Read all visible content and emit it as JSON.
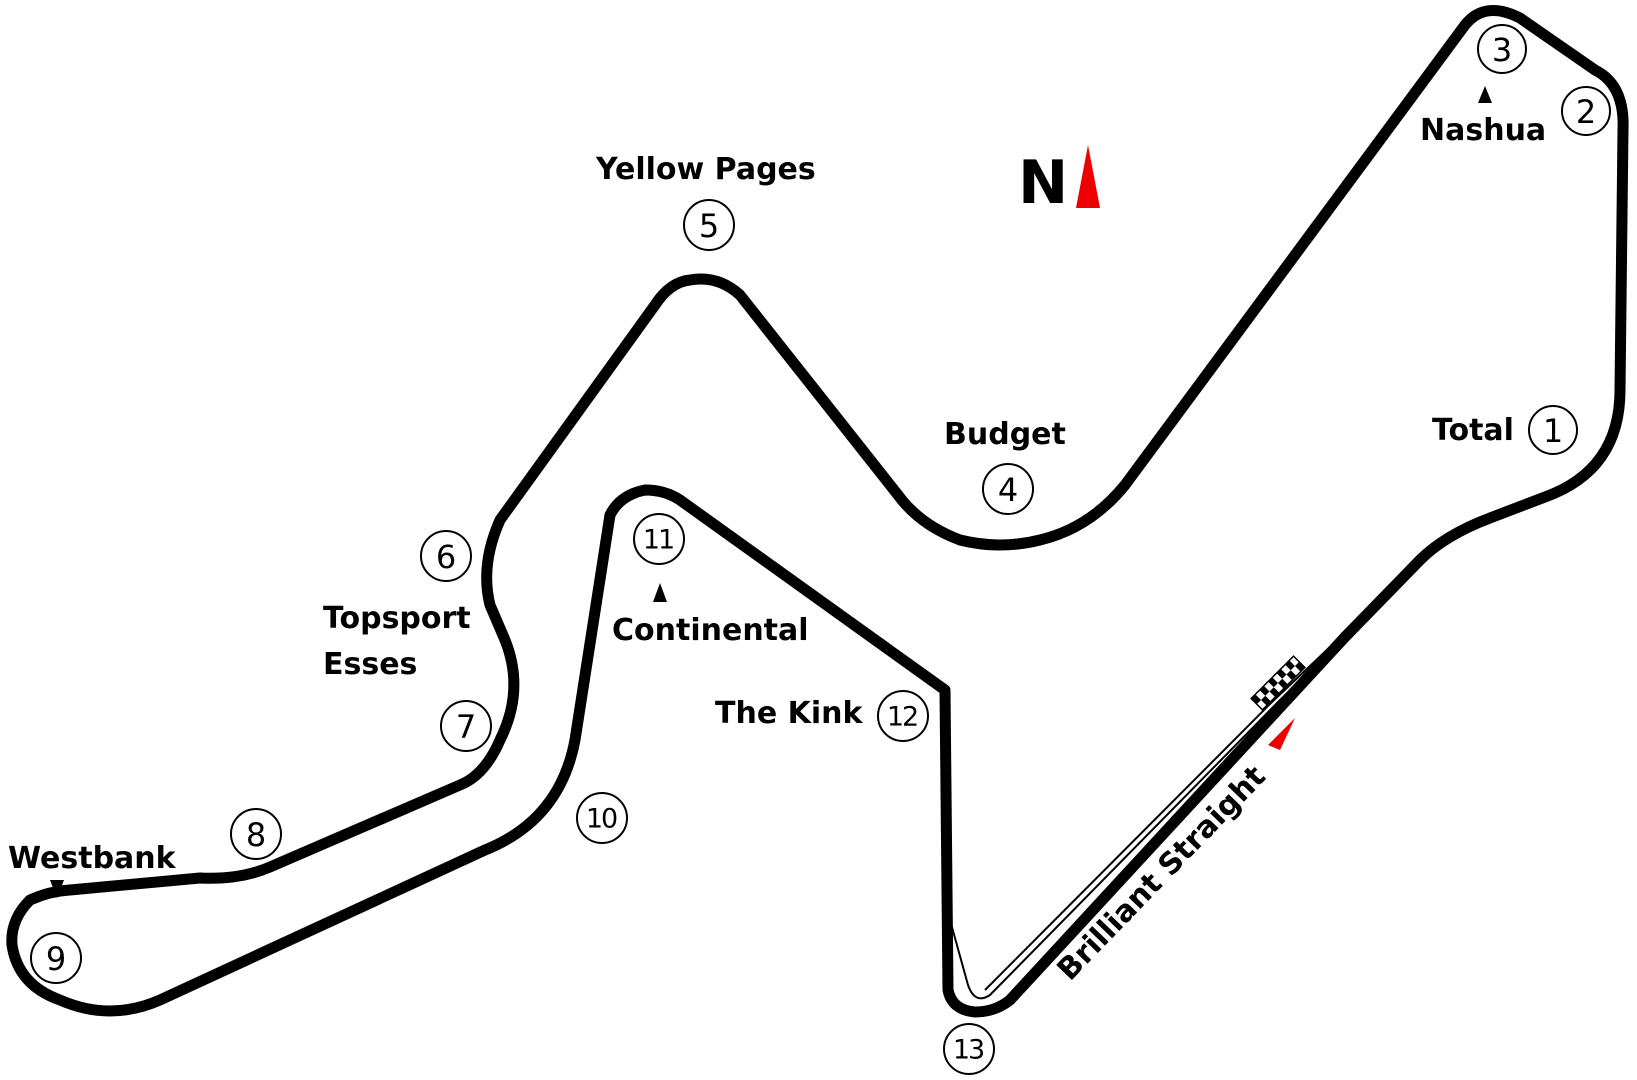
{
  "map": {
    "north_label": "N",
    "north_arrow_color": "#ee0000",
    "direction_arrow_color": "#ee0000",
    "track_color": "#000000",
    "start_finish_icon": "checkered-flag-icon"
  },
  "corners": [
    {
      "number": "1"
    },
    {
      "number": "2"
    },
    {
      "number": "3"
    },
    {
      "number": "4"
    },
    {
      "number": "5"
    },
    {
      "number": "6"
    },
    {
      "number": "7"
    },
    {
      "number": "8"
    },
    {
      "number": "9"
    },
    {
      "number": "10"
    },
    {
      "number": "11"
    },
    {
      "number": "12"
    },
    {
      "number": "13"
    }
  ],
  "labels": {
    "yellow_pages": "Yellow Pages",
    "budget": "Budget",
    "nashua": "Nashua",
    "total": "Total",
    "topsport_line1": "Topsport",
    "topsport_line2": "Esses",
    "continental": "Continental",
    "the_kink": "The Kink",
    "westbank": "Westbank",
    "brilliant_straight": "Brilliant Straight"
  }
}
